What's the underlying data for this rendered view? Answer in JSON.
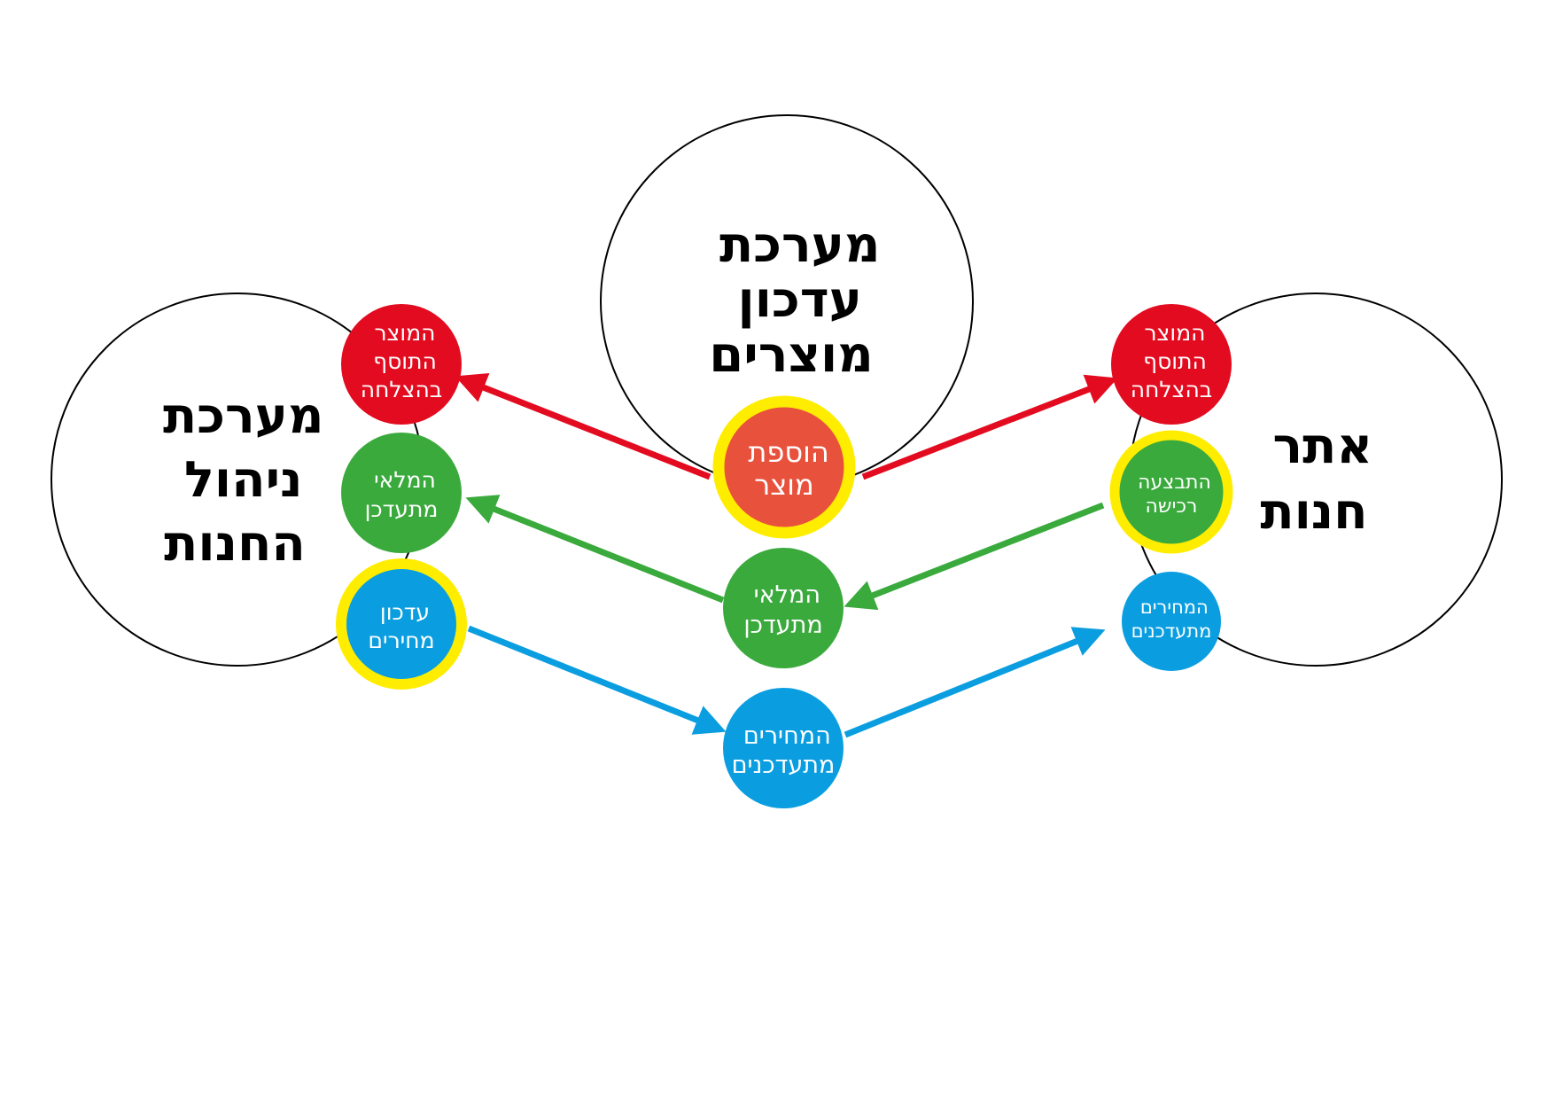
{
  "colors": {
    "red": "#e30b1f",
    "green": "#3aaa3d",
    "blue": "#0a9ee0",
    "orange": "#e8513c",
    "yellow": "#ffed00"
  },
  "systems": {
    "store_management": [
      "מערכת",
      "ניהול",
      "החנות"
    ],
    "product_update": [
      "מערכת",
      "עדכון",
      "מוצרים"
    ],
    "store_site": [
      "אתר",
      "חנות"
    ]
  },
  "nodes": {
    "left_red": [
      "המוצר",
      "התוסף",
      "בהצלחה"
    ],
    "left_green": [
      "המלאי",
      "מתעדכן"
    ],
    "left_blue": [
      "עדכון",
      "מחירים"
    ],
    "center_orange": [
      "הוספת",
      "מוצר"
    ],
    "center_green": [
      "המלאי",
      "מתעדכן"
    ],
    "center_blue": [
      "המחירים",
      "מתעדכנים"
    ],
    "right_red": [
      "המוצר",
      "התוסף",
      "בהצלחה"
    ],
    "right_green": [
      "התבצעה",
      "רכישה"
    ],
    "right_blue": [
      "המחירים",
      "מתעדכנים"
    ]
  }
}
